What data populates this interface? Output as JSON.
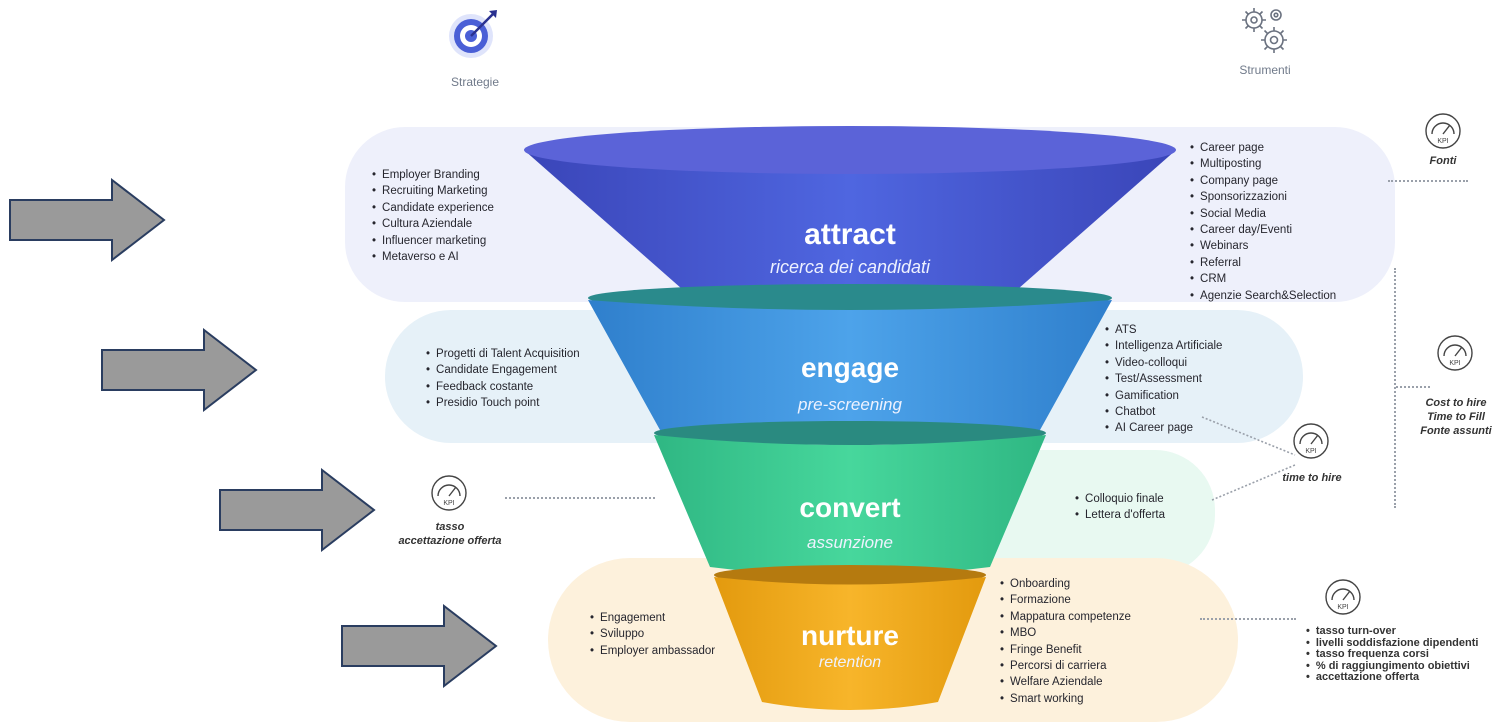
{
  "headers": {
    "left_label": "Strategie",
    "right_label": "Strumenti"
  },
  "stages": [
    {
      "title": "attract",
      "subtitle": "ricerca dei candidati",
      "strategies": [
        "Employer Branding",
        "Recruiting Marketing",
        "Candidate experience",
        "Cultura Aziendale",
        "Influencer marketing",
        "Metaverso e AI"
      ],
      "tools": [
        "Career page",
        "Multiposting",
        "Company page",
        "Sponsorizzazioni",
        "Social Media",
        "Career day/Eventi",
        "Webinars",
        "Referral",
        "CRM",
        "Agenzie Search&Selection"
      ],
      "color": "#4a5fd6"
    },
    {
      "title": "engage",
      "subtitle": "pre-screening",
      "strategies": [
        "Progetti di Talent Acquisition",
        "Candidate Engagement",
        "Feedback costante",
        "Presidio Touch point"
      ],
      "tools": [
        "ATS",
        "Intelligenza Artificiale",
        "Video-colloqui",
        "Test/Assessment",
        "Gamification",
        "Chatbot",
        "AI Career page"
      ],
      "color": "#3f8fe0"
    },
    {
      "title": "convert",
      "subtitle": "assunzione",
      "strategies": [],
      "tools": [
        "Colloquio finale",
        "Lettera d'offerta"
      ],
      "color": "#3ecf96"
    },
    {
      "title": "nurture",
      "subtitle": "retention",
      "strategies": [
        "Engagement",
        "Sviluppo",
        "Employer ambassador"
      ],
      "tools": [
        "Onboarding",
        "Formazione",
        "Mappatura competenze",
        "MBO",
        "Fringe Benefit",
        "Percorsi di carriera",
        "Welfare Aziendale",
        "Smart working"
      ],
      "color": "#f2a81d"
    }
  ],
  "kpis": {
    "fonti": "Fonti",
    "cost_lines": [
      "Cost to hire",
      "Time to Fill",
      "Fonte assunti"
    ],
    "time_to_hire": "time to hire",
    "tasso_lines": [
      "tasso",
      "accettazione offerta"
    ],
    "nurture_list": [
      "tasso turn-over",
      "livelli soddisfazione dipendenti",
      "tasso frequenza corsi",
      "% di raggiungimento obiettivi",
      "accettazione offerta"
    ],
    "badge_text": "KPI"
  },
  "icons": {
    "strategy": "target-dart-icon",
    "tools": "gears-icon",
    "kpi": "speedometer-kpi-icon",
    "arrow": "right-arrow-icon"
  }
}
